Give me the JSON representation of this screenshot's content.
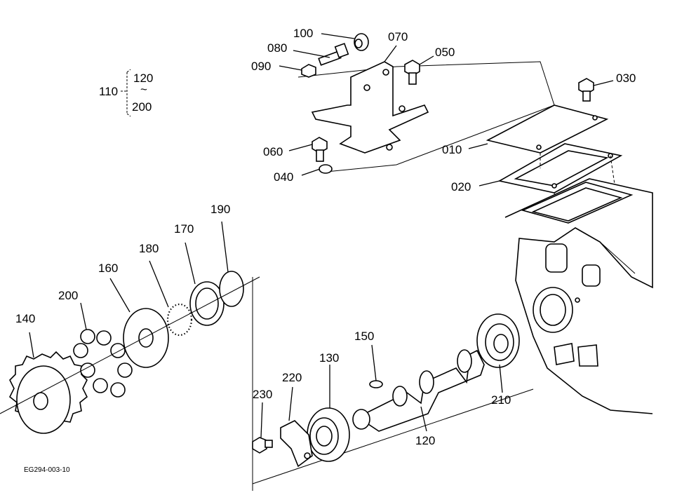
{
  "drawing_code": "EG294-003-10",
  "group": {
    "main_label": "110",
    "sub_labels": [
      "120",
      "200"
    ]
  },
  "callouts": {
    "p010": "010",
    "p020": "020",
    "p030": "030",
    "p040": "040",
    "p050": "050",
    "p060": "060",
    "p070": "070",
    "p080": "080",
    "p090": "090",
    "p100": "100",
    "p120": "120",
    "p130": "130",
    "p140": "140",
    "p150": "150",
    "p160": "160",
    "p170": "170",
    "p180": "180",
    "p190": "190",
    "p200": "200",
    "p210": "210",
    "p220": "220",
    "p230": "230"
  }
}
